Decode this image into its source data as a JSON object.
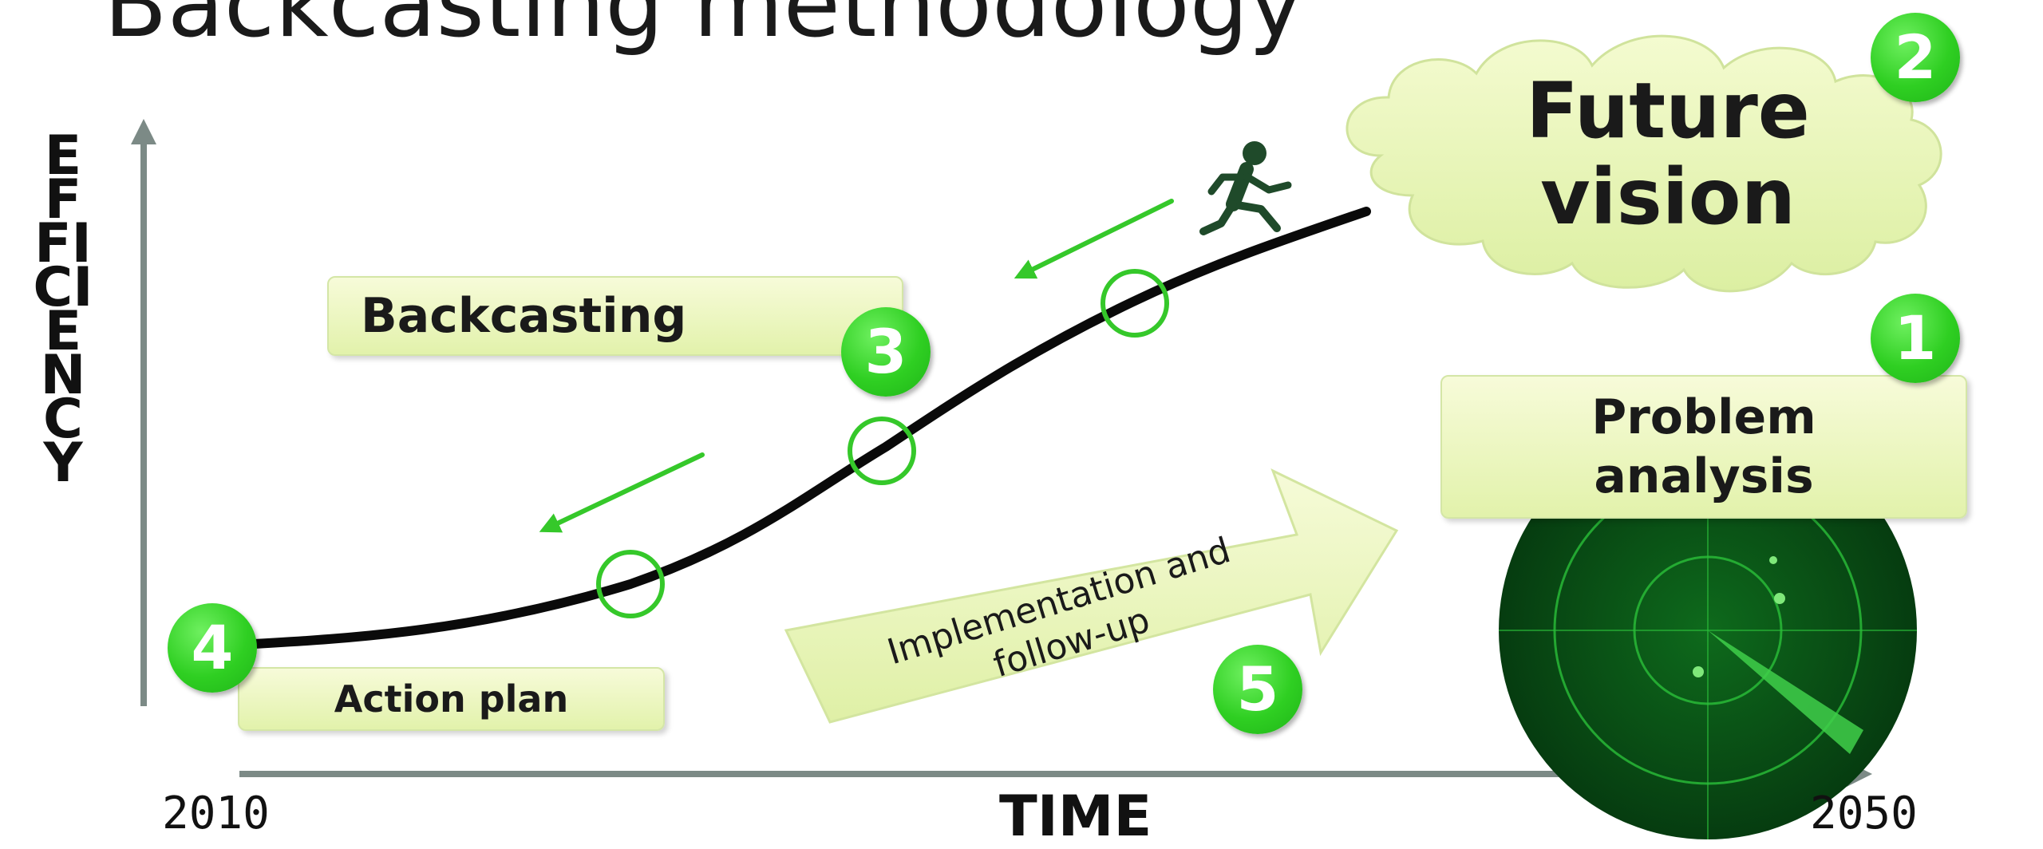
{
  "title": "Backcasting methodology",
  "y_axis_label": "EFFICIENCY",
  "x_axis": {
    "label": "TIME",
    "start": "2010",
    "end": "2050"
  },
  "steps": [
    {
      "number": "1",
      "label": "Problem analysis"
    },
    {
      "number": "2",
      "label": "Future vision"
    },
    {
      "number": "3",
      "label": "Backcasting"
    },
    {
      "number": "4",
      "label": "Action plan"
    },
    {
      "number": "5",
      "label": "Implementation and follow-up"
    }
  ],
  "colors": {
    "accent_green": "#2fcf22",
    "box_fill": "#e2f2ab",
    "cloud_fill": "#e8f5b8",
    "axis": "#7c8a86",
    "curve": "#0a0a0a",
    "radar": "#0a4a14"
  },
  "icons": {
    "runner": "running-person-icon",
    "radar": "radar-icon"
  }
}
